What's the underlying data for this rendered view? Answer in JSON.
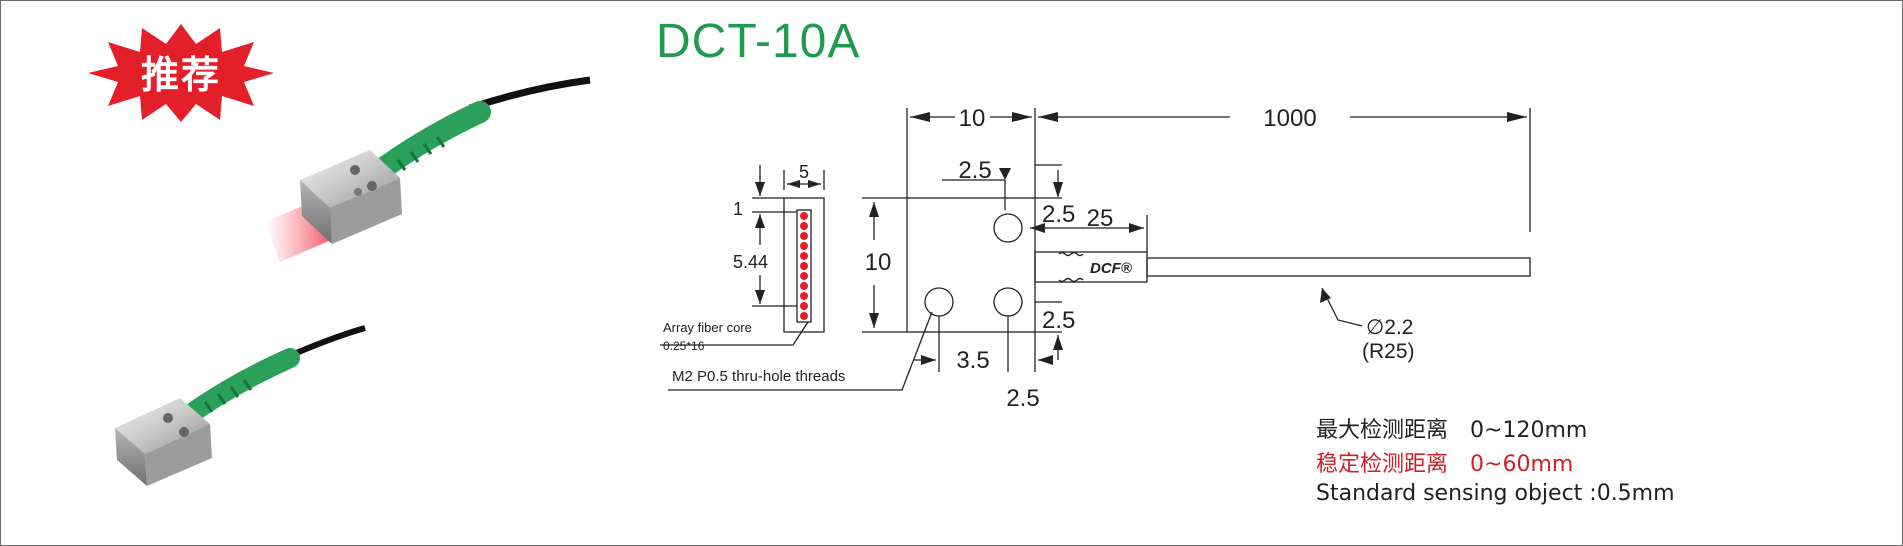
{
  "product": {
    "model": "DCT-10A",
    "badge": "推荐"
  },
  "drawing": {
    "dims": {
      "width_10": "10",
      "cable_1000": "1000",
      "left_2_5": "2.5",
      "right_2_5_top": "2.5",
      "right_25": "25",
      "height_10": "10",
      "right_2_5_bottom": "2.5",
      "bottom_3_5": "3.5",
      "bottom_2_5": "2.5",
      "cable_dia": "∅2.2",
      "bend_radius": "(R25)",
      "side_5": "5",
      "side_1": "1",
      "side_5_44": "5.44"
    },
    "labels": {
      "fiber_core": "Array fiber core",
      "fiber_spec": "0.25*16",
      "threads": "M2 P0.5 thru-hole threads",
      "brand": "DCF®"
    }
  },
  "specs": [
    {
      "label": "最大检测距离",
      "value": "0~120mm"
    },
    {
      "label": "稳定检测距离",
      "value": "0~60mm"
    },
    {
      "label": "Standard sensing object :0.5mm",
      "value": ""
    }
  ],
  "colors": {
    "green": "#1f9a4f",
    "red": "#d01f2a",
    "badge_red": "#e3202a",
    "cable_green": "#2aa05a"
  }
}
